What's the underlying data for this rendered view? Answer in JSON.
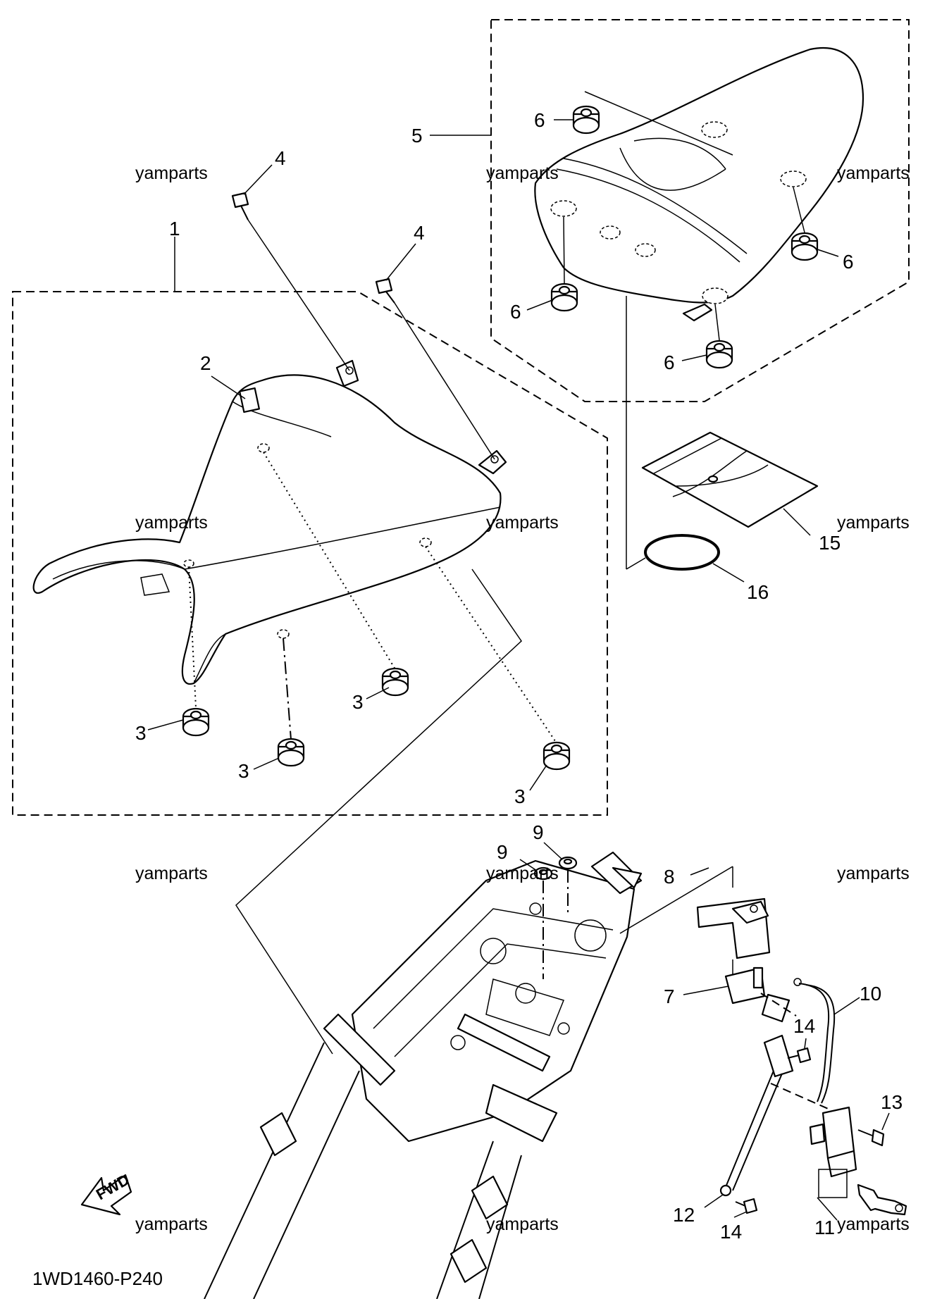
{
  "diagram": {
    "code": "1WD1460-P240",
    "fwd_label": "FWD",
    "watermark": "yamparts",
    "callouts": [
      "1",
      "2",
      "3",
      "3",
      "3",
      "3",
      "4",
      "4",
      "5",
      "6",
      "6",
      "6",
      "6",
      "7",
      "8",
      "9",
      "9",
      "10",
      "11",
      "12",
      "13",
      "14",
      "14",
      "15",
      "16"
    ]
  }
}
